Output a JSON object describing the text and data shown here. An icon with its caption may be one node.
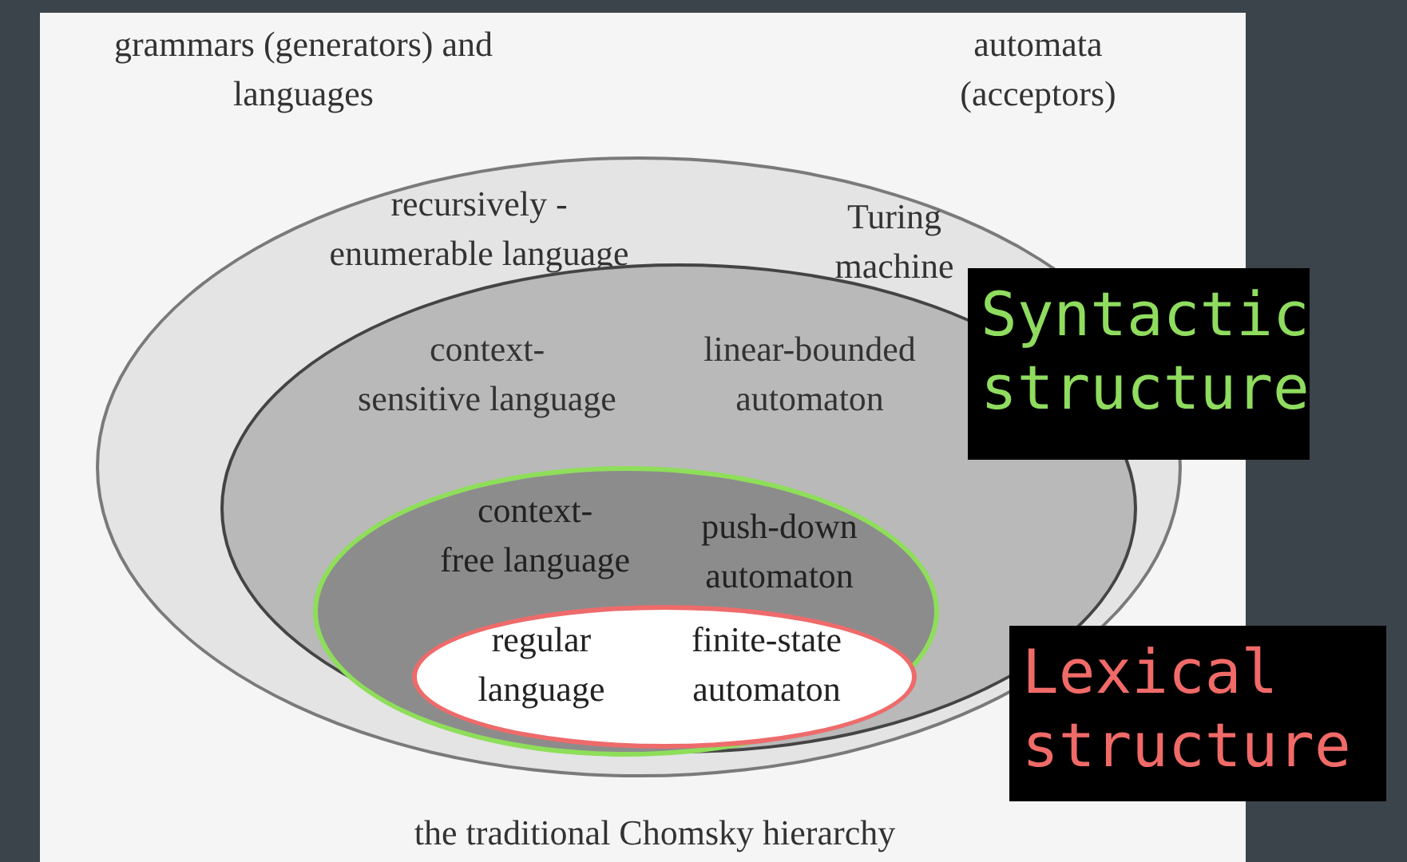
{
  "diagram": {
    "caption": "the traditional Chomsky hierarchy",
    "nodes": [
      {
        "text": [
          "recursively - enumerable language",
          "Turing machine"
        ]
      },
      {
        "text": [
          "context- sensitive language",
          "linear-bounded automaton"
        ],
        "in": 0
      },
      {
        "text": [
          "context- free language",
          "push-down automaton"
        ],
        "in": 1
      },
      {
        "text": [
          "regular language",
          "finite-state automaton"
        ],
        "in": 2
      },
      {
        "text": [
          "Syntactic structure"
        ]
      },
      {
        "text": [
          "Lexical structure"
        ]
      }
    ],
    "labels": [
      "grammars (generators) and languages",
      "automata (acceptors)"
    ]
  }
}
